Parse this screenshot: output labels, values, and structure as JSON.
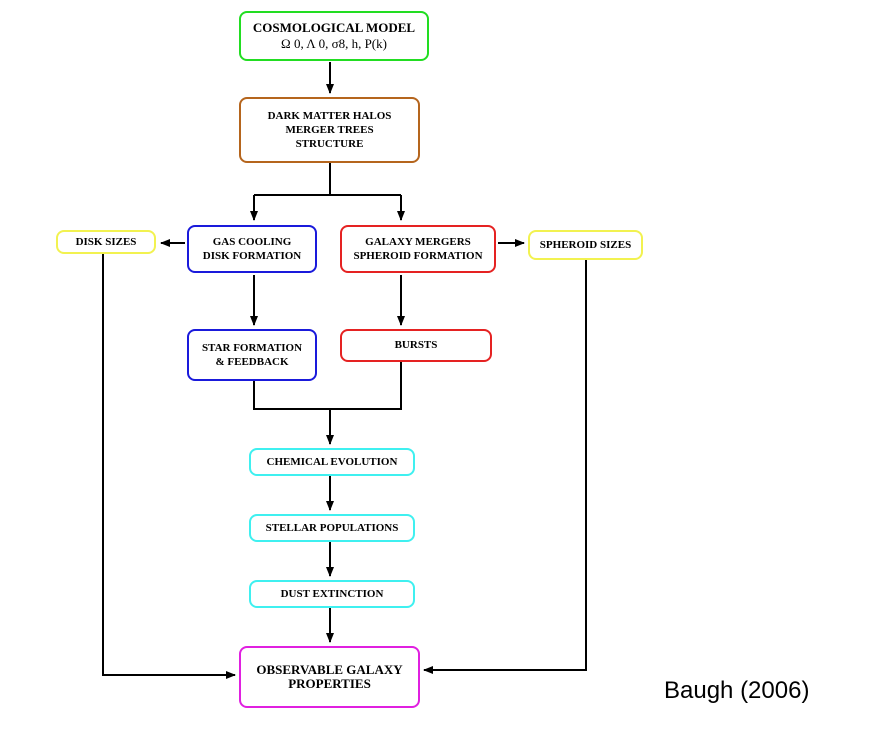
{
  "colors": {
    "green": "#22dd22",
    "brown": "#b5651d",
    "blue": "#1a1adb",
    "red": "#e52222",
    "yellow": "#f2f250",
    "cyan": "#3ff0f0",
    "magenta": "#e020e0",
    "line": "#000000"
  },
  "boxes": {
    "cosmological_model": {
      "title": "COSMOLOGICAL MODEL",
      "params": "Ω 0, Λ 0, σ8,  h, P(k)",
      "color": "green"
    },
    "dark_matter": {
      "lines": [
        "DARK MATTER HALOS",
        "MERGER TREES",
        "STRUCTURE"
      ],
      "color": "brown"
    },
    "gas_cooling": {
      "lines": [
        "GAS COOLING",
        "DISK FORMATION"
      ],
      "color": "blue"
    },
    "galaxy_mergers": {
      "lines": [
        "GALAXY MERGERS",
        "SPHEROID FORMATION"
      ],
      "color": "red"
    },
    "disk_sizes": {
      "label": "DISK  SIZES",
      "color": "yellow"
    },
    "spheroid_sizes": {
      "label": "SPHEROID SIZES",
      "color": "yellow"
    },
    "star_formation": {
      "lines": [
        "STAR FORMATION",
        "& FEEDBACK"
      ],
      "color": "blue"
    },
    "bursts": {
      "label": "BURSTS",
      "color": "red"
    },
    "chemical_evolution": {
      "label": "CHEMICAL EVOLUTION",
      "color": "cyan"
    },
    "stellar_populations": {
      "label": "STELLAR POPULATIONS",
      "color": "cyan"
    },
    "dust_extinction": {
      "label": "DUST EXTINCTION",
      "color": "cyan"
    },
    "observable": {
      "lines": [
        "OBSERVABLE GALAXY",
        "PROPERTIES"
      ],
      "color": "magenta"
    }
  },
  "citation": "Baugh (2006)"
}
